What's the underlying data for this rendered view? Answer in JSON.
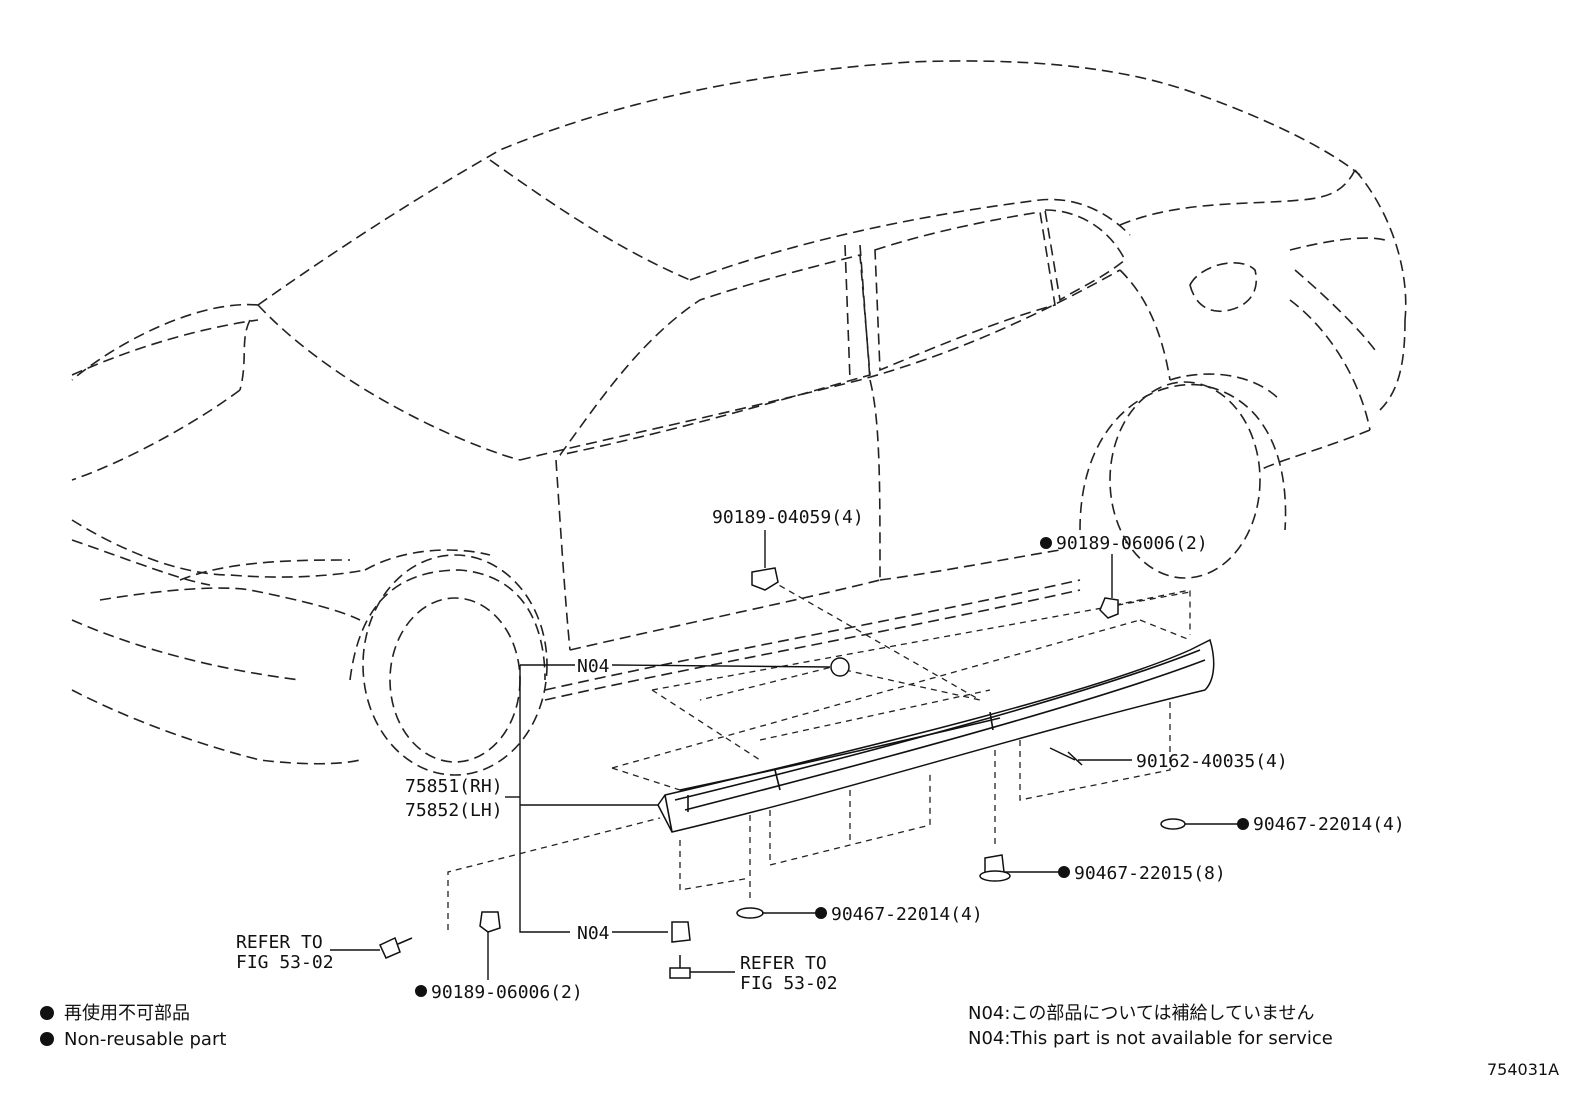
{
  "callouts": {
    "clip_upper": "90189-04059(4)",
    "clip_rear": "90189-06006(2)",
    "n04_top": "N04",
    "screw": "90162-40035(4)",
    "part_rh": "75851(RH)",
    "part_lh": "75852(LH)",
    "clip_right_small": "90467-22014(4)",
    "clip_right_large": "90467-22015(8)",
    "clip_mid": "90467-22014(4)",
    "n04_bottom": "N04",
    "refer_left_1": "REFER TO",
    "refer_left_2": "FIG 53-02",
    "refer_mid_1": "REFER TO",
    "refer_mid_2": "FIG 53-02",
    "clip_front": "90189-06006(2)"
  },
  "legend": {
    "jp": "再使用不可部品",
    "en": "Non-reusable part"
  },
  "notes": {
    "jp": "N04:この部品については補給していません",
    "en": "N04:This part is not available for service"
  },
  "figure_number": "754031A"
}
